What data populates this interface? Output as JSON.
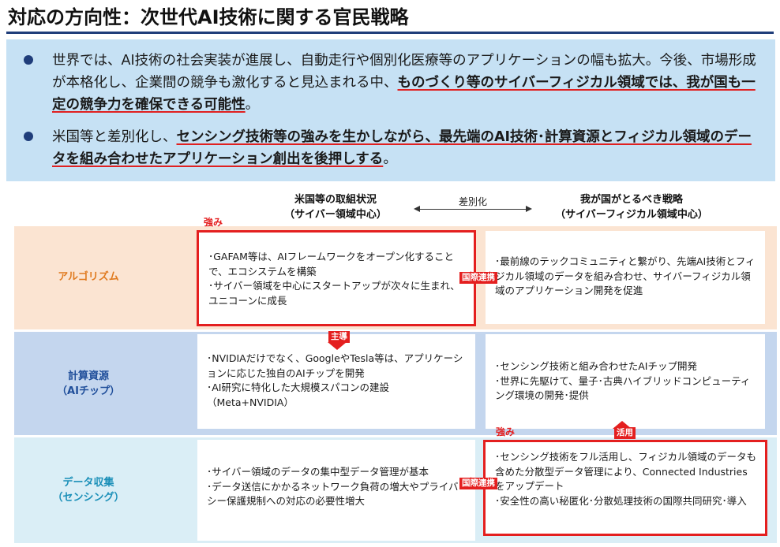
{
  "title": "対応の方向性：次世代AI技術に関する官民戦略",
  "summary": {
    "bullet1": {
      "plain": "世界では、AI技術の社会実装が進展し、自動走行や個別化医療等のアプリケーションの幅も拡大。今後、市場形成が本格化し、企業間の競争も激化すると見込まれる中、",
      "emphasis": "ものづくり等のサイバーフィジカル領域では、我が国も一定の競争力を確保できる可能性",
      "tail": "。"
    },
    "bullet2": {
      "plain": "米国等と差別化し、",
      "emphasis": "センシング技術等の強みを生かしながら、最先端のAI技術･計算資源とフィジカル領域のデータを組み合わせたアプリケーション創出を後押しする",
      "tail": "。"
    }
  },
  "columns": {
    "left": {
      "line1": "米国等の取組状況",
      "line2": "（サイバー領域中心）"
    },
    "right": {
      "line1": "我が国がとるべき戦略",
      "line2": "（サイバーフィジカル領域中心）"
    },
    "diff_label": "差別化"
  },
  "rows": [
    {
      "label_line1": "アルゴリズム",
      "label_line2": "",
      "label_color": "#e07a1f",
      "left": [
        "･GAFAM等は、AIフレームワークをオープン化することで、エコシステムを構築",
        "･サイバー領域を中心にスタートアップが次々に生まれ、ユニコーンに成長"
      ],
      "right": [
        "･最前線のテックコミュニティと繋がり、先端AI技術とフィジカル領域のデータを組み合わせ、サイバーフィジカル領域のアプリケーション開発を促進"
      ]
    },
    {
      "label_line1": "計算資源",
      "label_line2": "（AIチップ）",
      "label_color": "#1f4e9a",
      "left": [
        "･NVIDIAだけでなく、GoogleやTesla等は、アプリケーションに応じた独自のAIチップを開発",
        "･AI研究に特化した大規模スパコンの建設（Meta+NVIDIA）"
      ],
      "right": [
        "･センシング技術と組み合わせたAIチップ開発",
        "･世界に先駆けて、量子･古典ハイブリッドコンピューティング環境の開発･提供"
      ]
    },
    {
      "label_line1": "データ収集",
      "label_line2": "（センシング）",
      "label_color": "#1a8fb8",
      "left": [
        "･サイバー領域のデータの集中型データ管理が基本",
        "･データ送信にかかるネットワーク負荷の増大やプライバシー保護規制への対応の必要性増大"
      ],
      "right": [
        "･センシング技術をフル活用し、フィジカル領域のデータも含めた分散型データ管理により、Connected Industriesをアップデート",
        "･安全性の高い秘匿化･分散処理技術の国際共同研究･導入"
      ]
    }
  ],
  "tags": {
    "strength_top": "強み",
    "strength_bottom": "強み",
    "lead": "主導",
    "utilize": "活用",
    "intl1": "国際連携",
    "intl2": "国際連携"
  },
  "colors": {
    "accent_red": "#e41f1f",
    "navy": "#1f3d7a",
    "summary_bg": "#c6e1f4"
  }
}
